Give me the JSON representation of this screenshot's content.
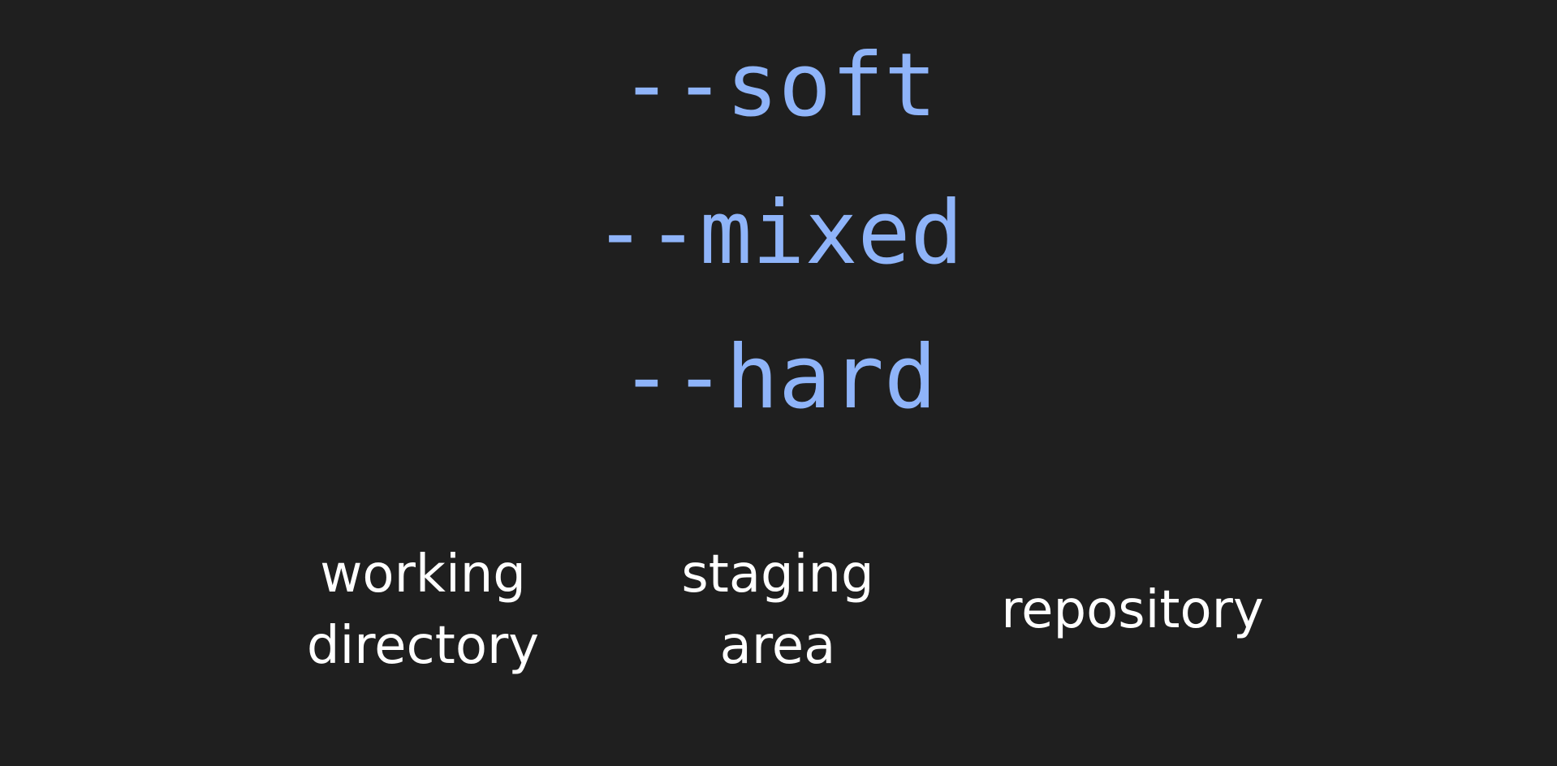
{
  "flags": {
    "soft": "--soft",
    "mixed": "--mixed",
    "hard": "--hard"
  },
  "areas": {
    "working_directory": {
      "line1": "working",
      "line2": "directory"
    },
    "staging_area": {
      "line1": "staging",
      "line2": "area"
    },
    "repository": {
      "line1": "repository"
    }
  },
  "colors": {
    "background": "#1f1f1f",
    "flag_text": "#8fb4f9",
    "label_text": "#ffffff"
  }
}
